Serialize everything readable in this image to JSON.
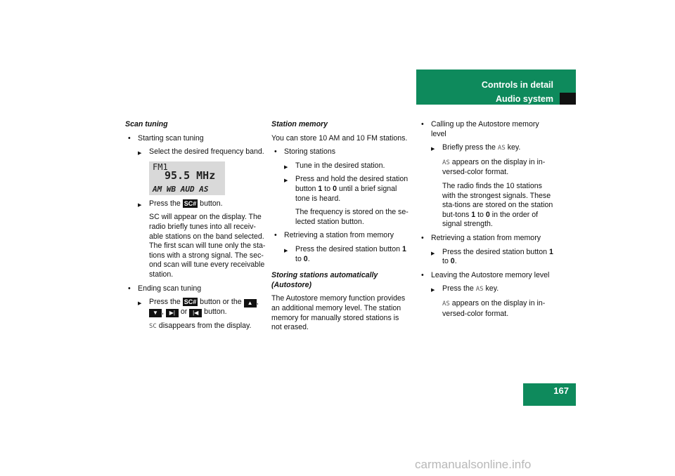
{
  "header": {
    "title": "Controls in detail",
    "subtitle": "Audio system"
  },
  "page_number": "167",
  "watermark": "carmanualsonline.info",
  "col1": {
    "heading": "Scan tuning",
    "bullet1": "Starting scan tuning",
    "step1": "Select the desired frequency band.",
    "display": {
      "line1": "FM1",
      "line2": "95.5 MHz",
      "line3": "AM WB AUD AS"
    },
    "step2_pre": "Press the",
    "key_sc": "SC#",
    "step2_post": "button.",
    "para1": "SC will appear on the display. The radio briefly tunes into all receiv-able stations on the band selected. The first scan will tune only the sta-tions with a strong signal. The sec-ond scan will tune every receivable station.",
    "bullet2": "Ending scan tuning",
    "step3_pre": "Press the",
    "step3_mid": "button or the",
    "step3_or": "or",
    "step3_post": "button.",
    "sc_code": "SC",
    "para2": "disappears from the display."
  },
  "col2": {
    "heading": "Station memory",
    "intro": "You can store 10 AM and 10 FM stations.",
    "bullet1": "Storing stations",
    "step1": "Tune in the desired station.",
    "step2_pre": "Press and hold the desired station button",
    "one": "1",
    "to": "to",
    "zero": "0",
    "step2_post": "until a brief signal tone is heard.",
    "para1": "The frequency is stored on the se-lected station button.",
    "bullet2": "Retrieving a station from memory",
    "step3_pre": "Press the desired station button",
    "heading2": "Storing stations automatically (Autostore)",
    "para2": "The Autostore memory function provides an additional memory level. The station memory for manually stored stations is not erased."
  },
  "col3": {
    "bullet1": "Calling up the Autostore memory level",
    "step1_pre": "Briefly press the",
    "as_code": "AS",
    "step1_post": "key.",
    "para1": "appears on the display in in-versed-color format.",
    "para2": "The radio finds the 10 stations with the strongest signals. These sta-tions are stored on the station but-tons",
    "para2_post": "in the order of signal strength.",
    "bullet2": "Retrieving a station from memory",
    "step2_pre": "Press the desired station button",
    "bullet3": "Leaving the Autostore memory level",
    "step3_pre": "Press the",
    "step3_post": "key.",
    "para3": "appears on the display in in-versed-color format."
  }
}
